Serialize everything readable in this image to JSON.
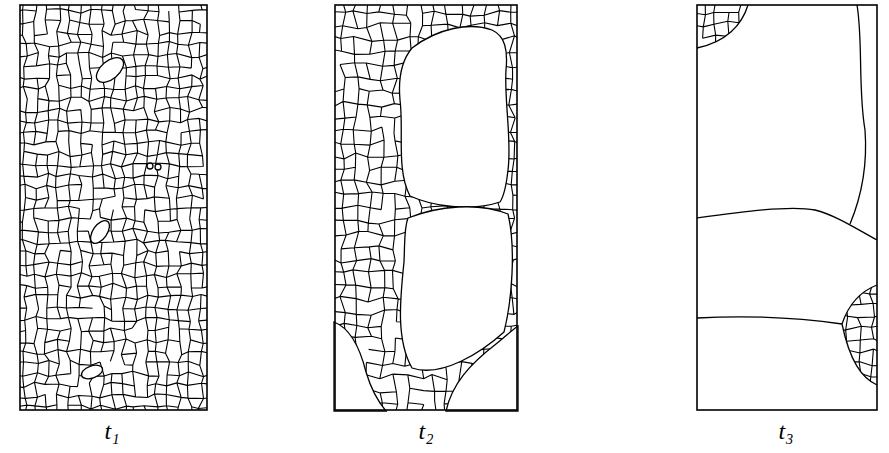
{
  "diagram": {
    "labels": [
      "t₁",
      "t₂",
      "t₃"
    ]
  }
}
